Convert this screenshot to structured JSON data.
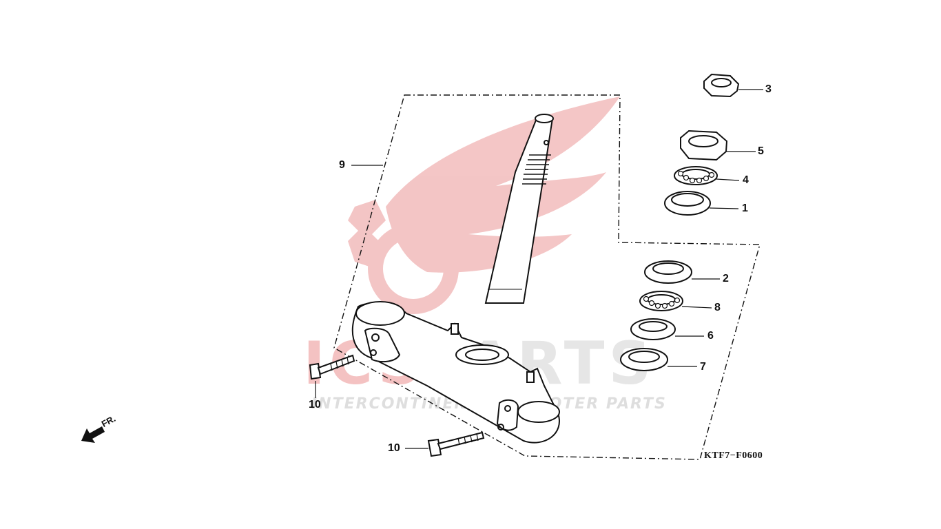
{
  "diagram": {
    "code": "KTF7−F0600",
    "front_indicator": "FR.",
    "callouts": [
      {
        "id": "c3",
        "label": "3"
      },
      {
        "id": "c5",
        "label": "5"
      },
      {
        "id": "c4",
        "label": "4"
      },
      {
        "id": "c1",
        "label": "1"
      },
      {
        "id": "c2",
        "label": "2"
      },
      {
        "id": "c8",
        "label": "8"
      },
      {
        "id": "c6",
        "label": "6"
      },
      {
        "id": "c7",
        "label": "7"
      },
      {
        "id": "c9",
        "label": "9"
      },
      {
        "id": "c10a",
        "label": "10"
      },
      {
        "id": "c10b",
        "label": "10"
      }
    ]
  },
  "watermark": {
    "brand_prefix": "ICS",
    "brand_suffix": "PARTS",
    "tagline": "INTERCONTINENTAL SCOOTER PARTS",
    "logo_color": "#e87070"
  }
}
